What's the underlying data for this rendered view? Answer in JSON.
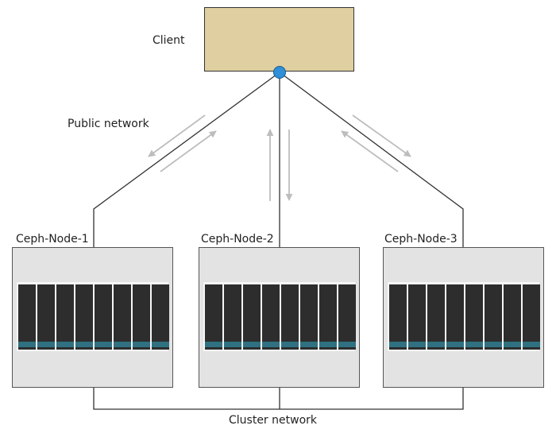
{
  "client": {
    "label": "Client"
  },
  "public_network": {
    "label": "Public network"
  },
  "cluster_network": {
    "label": "Cluster network"
  },
  "nodes": [
    {
      "label": "Ceph-Node-1",
      "disk_count": 8
    },
    {
      "label": "Ceph-Node-2",
      "disk_count": 8
    },
    {
      "label": "Ceph-Node-3",
      "disk_count": 8
    }
  ],
  "colors": {
    "client_fill": "#dfcfa1",
    "connector_dot": "#2f8fd8",
    "node_fill": "#e3e3e3",
    "disk": "#2d2d2d",
    "disk_led": "#2f7180",
    "arrow": "#bdbdbd",
    "line": "#333333"
  },
  "icons": {
    "connector": "network-port-dot",
    "traffic": "bidirectional-arrows"
  }
}
